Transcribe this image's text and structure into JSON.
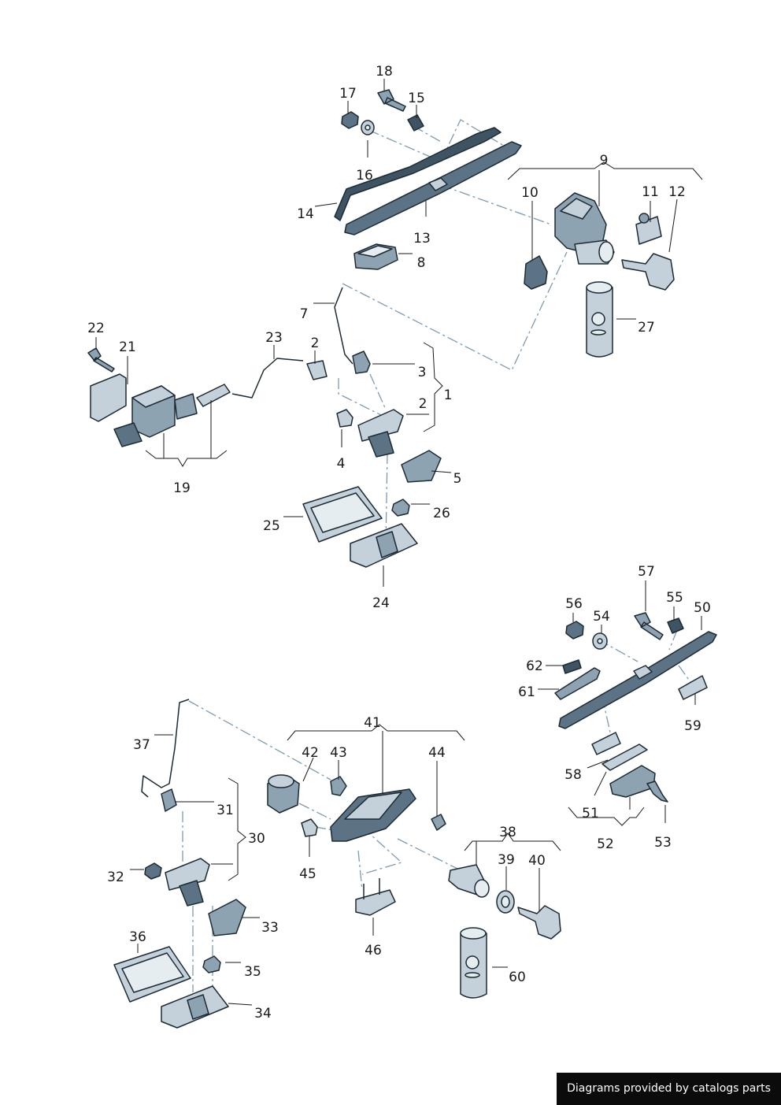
{
  "diagram": {
    "callouts": [
      {
        "id": "c1",
        "text": "1"
      },
      {
        "id": "c2a",
        "text": "2"
      },
      {
        "id": "c2b",
        "text": "2"
      },
      {
        "id": "c3",
        "text": "3"
      },
      {
        "id": "c4",
        "text": "4"
      },
      {
        "id": "c5",
        "text": "5"
      },
      {
        "id": "c7",
        "text": "7"
      },
      {
        "id": "c8",
        "text": "8"
      },
      {
        "id": "c9",
        "text": "9"
      },
      {
        "id": "c10",
        "text": "10"
      },
      {
        "id": "c11",
        "text": "11"
      },
      {
        "id": "c12",
        "text": "12"
      },
      {
        "id": "c13",
        "text": "13"
      },
      {
        "id": "c14",
        "text": "14"
      },
      {
        "id": "c15",
        "text": "15"
      },
      {
        "id": "c16",
        "text": "16"
      },
      {
        "id": "c17",
        "text": "17"
      },
      {
        "id": "c18",
        "text": "18"
      },
      {
        "id": "c19",
        "text": "19"
      },
      {
        "id": "c21",
        "text": "21"
      },
      {
        "id": "c22",
        "text": "22"
      },
      {
        "id": "c23",
        "text": "23"
      },
      {
        "id": "c24",
        "text": "24"
      },
      {
        "id": "c25",
        "text": "25"
      },
      {
        "id": "c26",
        "text": "26"
      },
      {
        "id": "c27",
        "text": "27"
      },
      {
        "id": "c30",
        "text": "30"
      },
      {
        "id": "c31",
        "text": "31"
      },
      {
        "id": "c32",
        "text": "32"
      },
      {
        "id": "c33",
        "text": "33"
      },
      {
        "id": "c34",
        "text": "34"
      },
      {
        "id": "c35",
        "text": "35"
      },
      {
        "id": "c36",
        "text": "36"
      },
      {
        "id": "c37",
        "text": "37"
      },
      {
        "id": "c38",
        "text": "38"
      },
      {
        "id": "c39",
        "text": "39"
      },
      {
        "id": "c40",
        "text": "40"
      },
      {
        "id": "c41",
        "text": "41"
      },
      {
        "id": "c42",
        "text": "42"
      },
      {
        "id": "c43",
        "text": "43"
      },
      {
        "id": "c44",
        "text": "44"
      },
      {
        "id": "c45",
        "text": "45"
      },
      {
        "id": "c46",
        "text": "46"
      },
      {
        "id": "c50",
        "text": "50"
      },
      {
        "id": "c51",
        "text": "51"
      },
      {
        "id": "c52",
        "text": "52"
      },
      {
        "id": "c53",
        "text": "53"
      },
      {
        "id": "c54",
        "text": "54"
      },
      {
        "id": "c55",
        "text": "55"
      },
      {
        "id": "c56",
        "text": "56"
      },
      {
        "id": "c57",
        "text": "57"
      },
      {
        "id": "c58",
        "text": "58"
      },
      {
        "id": "c59",
        "text": "59"
      },
      {
        "id": "c60",
        "text": "60"
      },
      {
        "id": "c61",
        "text": "61"
      },
      {
        "id": "c62",
        "text": "62"
      }
    ]
  },
  "credit": "Diagrams provided by catalogs parts",
  "colors": {
    "part_dark": "#3f5463",
    "part_mid": "#5b7385",
    "part_light": "#c4d1da",
    "leader": "#1a1a1a",
    "dash": "#7d9bb0"
  }
}
